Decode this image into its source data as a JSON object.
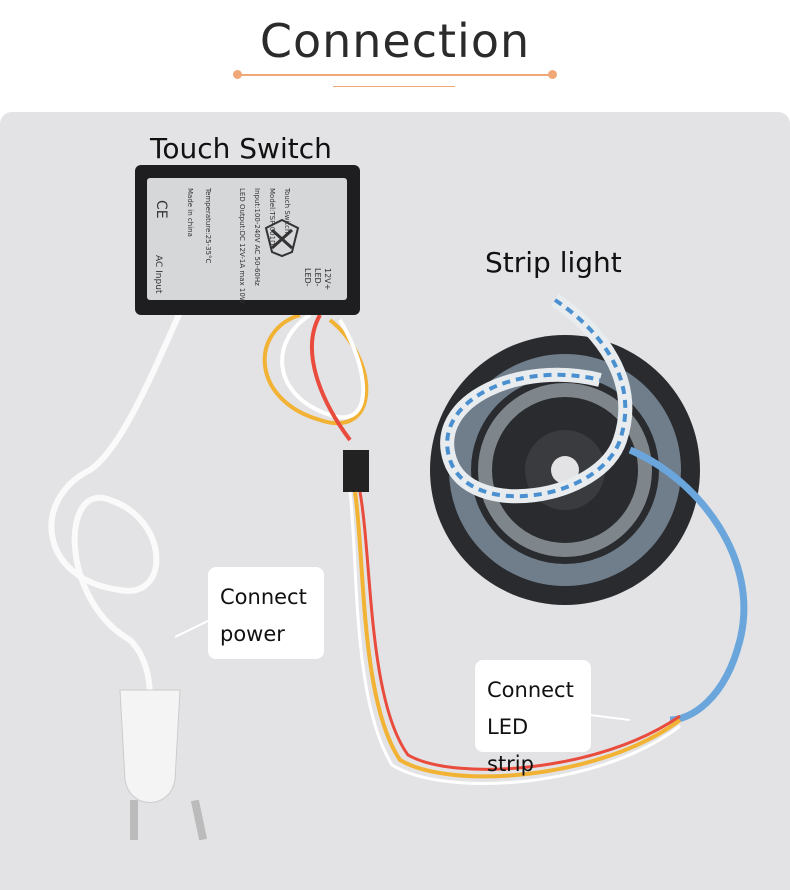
{
  "header": {
    "title": "Connection",
    "accent": "#f0a878"
  },
  "labels": {
    "touch_switch": "Touch Switch",
    "strip_light": "Strip light"
  },
  "callouts": {
    "power": {
      "line1": "Connect",
      "line2": "power"
    },
    "led": {
      "line1": "Connect",
      "line2": "LED strip"
    }
  },
  "device_label": {
    "lines": [
      "Touch Switch",
      "Model:TSP-001D",
      "Input:100-240V AC 50-60Hz",
      "LED Output:DC 12V-1A max 10W",
      "Temperature:25-35°C",
      "Made in china"
    ],
    "ac_input": "AC Input",
    "terminals": [
      "12V+",
      "LED-",
      "LED-"
    ],
    "ce": "CE"
  }
}
